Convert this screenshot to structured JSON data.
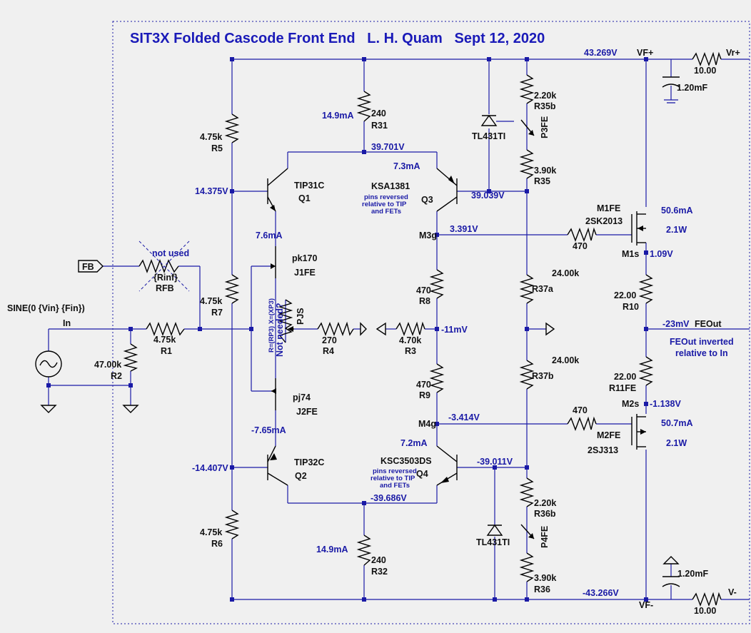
{
  "title": "SIT3X Folded Cascode Front End   L. H. Quam   Sept 12, 2020",
  "source": {
    "expr": "SINE(0 {Vin} {Fin})",
    "net": "In"
  },
  "feedback": {
    "port": "FB",
    "note": "not used",
    "res": "{Rinf}",
    "name": "RFB"
  },
  "resistors": {
    "R1": {
      "name": "R1",
      "value": "4.75k"
    },
    "R2": {
      "name": "R2",
      "value": "47.00k"
    },
    "R4": {
      "name": "R4",
      "value": "270"
    },
    "R3": {
      "name": "R3",
      "value": "4.70k"
    },
    "R5": {
      "name": "R5",
      "value": "4.75k"
    },
    "R7": {
      "name": "R7",
      "value": "4.75k"
    },
    "R6": {
      "name": "R6",
      "value": "4.75k"
    },
    "R31": {
      "name": "R31",
      "value": "240"
    },
    "R32": {
      "name": "R32",
      "value": "240"
    },
    "R8": {
      "name": "R8",
      "value": "470"
    },
    "R9": {
      "name": "R9",
      "value": "470"
    },
    "R35b": {
      "name": "R35b",
      "value": "2.20k"
    },
    "R35": {
      "name": "R35",
      "value": "3.90k"
    },
    "R37a": {
      "name": "R37a",
      "value": "24.00k"
    },
    "R37b": {
      "name": "R37b",
      "value": "24.00k"
    },
    "R36b": {
      "name": "R36b",
      "value": "2.20k"
    },
    "R36": {
      "name": "R36",
      "value": "3.90k"
    },
    "RG1": {
      "value": "470"
    },
    "RG2": {
      "value": "470"
    },
    "R10": {
      "name": "R10",
      "value": "22.00"
    },
    "R11FE": {
      "name": "R11FE",
      "value": "22.00"
    },
    "RVP": {
      "value": "10.00"
    },
    "RVN": {
      "value": "10.00"
    }
  },
  "pot": {
    "name": "PJS",
    "expr": "R=(RP3)  X=(XP3)",
    "note": "Not needed?"
  },
  "pots": {
    "p3": "P3FE",
    "p4": "P4FE"
  },
  "transistors": {
    "Q1": {
      "name": "Q1",
      "part": "TIP31C"
    },
    "Q2": {
      "name": "Q2",
      "part": "TIP32C"
    },
    "Q3": {
      "name": "Q3",
      "part": "KSA1381",
      "note1": "pins reversed",
      "note2": "relative to TIP",
      "note3": "and FETs"
    },
    "Q4": {
      "name": "Q4",
      "part": "KSC3503DS",
      "note1": "pins reversed",
      "note2": "relative to TIP",
      "note3": "and FETs"
    },
    "J1": {
      "name": "J1FE",
      "part": "pk170"
    },
    "J2": {
      "name": "J2FE",
      "part": "pj74"
    },
    "M1": {
      "name": "M1FE",
      "part": "2SK2013"
    },
    "M2": {
      "name": "M2FE",
      "part": "2SJ313"
    }
  },
  "shunt_ref": {
    "top": "TL431TI",
    "bottom": "TL431TI"
  },
  "caps": {
    "top": "1.20mF",
    "bottom": "1.20mF"
  },
  "nets": {
    "vfp": "VF+",
    "vfn": "VF-",
    "vrp": "Vr+",
    "vrn": "V-",
    "m3g": "M3g",
    "m4g": "M4g",
    "m1s": "M1s",
    "m2s": "M2s",
    "feout": "FEOut"
  },
  "voltages": {
    "vtop": "43.269V",
    "vbot": "-43.266V",
    "v39701": "39.701V",
    "v39039": "39.039V",
    "v14375": "14.375V",
    "v14407": "-14.407V",
    "v3391": "3.391V",
    "v3414": "-3.414V",
    "v11": "-11mV",
    "v23": "-23mV",
    "v109": "1.09V",
    "v1138": "-1.138V",
    "v39011": "-39.011V",
    "v39686": "-39.686V"
  },
  "currents": {
    "i31": "14.9mA",
    "i32": "14.9mA",
    "iq3": "7.3mA",
    "iq4": "7.2mA",
    "ij1": "7.6mA",
    "ij2": "-7.65mA",
    "im1": "50.6mA",
    "im2": "50.7mA"
  },
  "power": {
    "m1": "2.1W",
    "m2": "2.1W"
  },
  "annotation": {
    "line1": "FEOut inverted",
    "line2": "relative to In"
  }
}
